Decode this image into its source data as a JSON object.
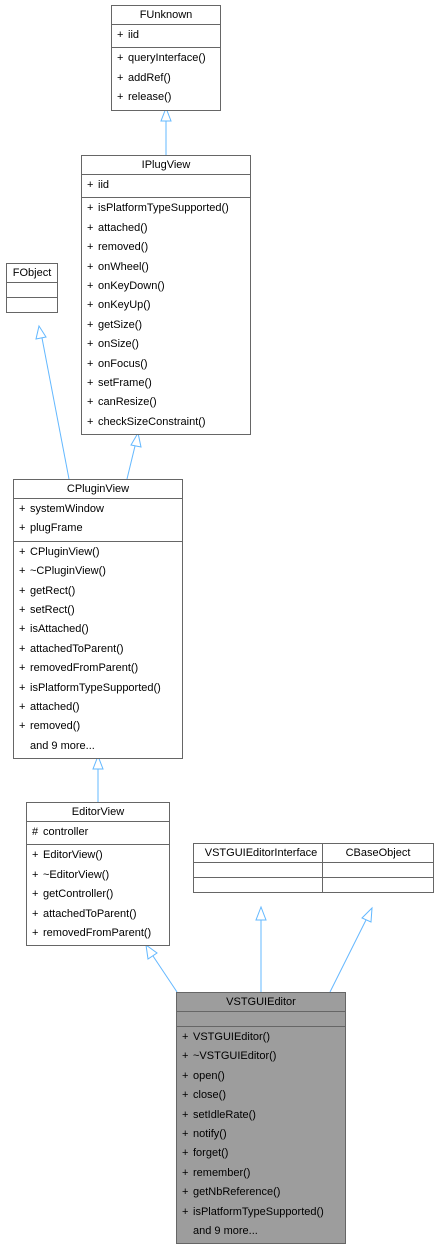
{
  "classes": {
    "funknown": {
      "title": "FUnknown",
      "attributes": [
        {
          "vis": "+",
          "name": "iid"
        }
      ],
      "methods": [
        {
          "vis": "+",
          "name": "queryInterface()"
        },
        {
          "vis": "+",
          "name": "addRef()"
        },
        {
          "vis": "+",
          "name": "release()"
        }
      ]
    },
    "iplugview": {
      "title": "IPlugView",
      "attributes": [
        {
          "vis": "+",
          "name": "iid"
        }
      ],
      "methods": [
        {
          "vis": "+",
          "name": "isPlatformTypeSupported()"
        },
        {
          "vis": "+",
          "name": "attached()"
        },
        {
          "vis": "+",
          "name": "removed()"
        },
        {
          "vis": "+",
          "name": "onWheel()"
        },
        {
          "vis": "+",
          "name": "onKeyDown()"
        },
        {
          "vis": "+",
          "name": "onKeyUp()"
        },
        {
          "vis": "+",
          "name": "getSize()"
        },
        {
          "vis": "+",
          "name": "onSize()"
        },
        {
          "vis": "+",
          "name": "onFocus()"
        },
        {
          "vis": "+",
          "name": "setFrame()"
        },
        {
          "vis": "+",
          "name": "canResize()"
        },
        {
          "vis": "+",
          "name": "checkSizeConstraint()"
        }
      ]
    },
    "fobject": {
      "title": "FObject",
      "attributes": [],
      "methods": []
    },
    "cpluginview": {
      "title": "CPluginView",
      "attributes": [
        {
          "vis": "+",
          "name": "systemWindow"
        },
        {
          "vis": "+",
          "name": "plugFrame"
        }
      ],
      "methods": [
        {
          "vis": "+",
          "name": "CPluginView()"
        },
        {
          "vis": "+",
          "name": "~CPluginView()"
        },
        {
          "vis": "+",
          "name": "getRect()"
        },
        {
          "vis": "+",
          "name": "setRect()"
        },
        {
          "vis": "+",
          "name": "isAttached()"
        },
        {
          "vis": "+",
          "name": "attachedToParent()"
        },
        {
          "vis": "+",
          "name": "removedFromParent()"
        },
        {
          "vis": "+",
          "name": "isPlatformTypeSupported()"
        },
        {
          "vis": "+",
          "name": "attached()"
        },
        {
          "vis": "+",
          "name": "removed()"
        },
        {
          "vis": "",
          "name": "and 9 more..."
        }
      ]
    },
    "editorview": {
      "title": "EditorView",
      "attributes": [
        {
          "vis": "#",
          "name": "controller"
        }
      ],
      "methods": [
        {
          "vis": "+",
          "name": "EditorView()"
        },
        {
          "vis": "+",
          "name": "~EditorView()"
        },
        {
          "vis": "+",
          "name": "getController()"
        },
        {
          "vis": "+",
          "name": "attachedToParent()"
        },
        {
          "vis": "+",
          "name": "removedFromParent()"
        }
      ]
    },
    "vstguieditorinterface": {
      "title": "VSTGUIEditorInterface",
      "attributes": [],
      "methods": []
    },
    "cbaseobject": {
      "title": "CBaseObject",
      "attributes": [],
      "methods": []
    },
    "vstguieditor": {
      "title": "VSTGUIEditor",
      "attributes": [],
      "methods": [
        {
          "vis": "+",
          "name": "VSTGUIEditor()"
        },
        {
          "vis": "+",
          "name": "~VSTGUIEditor()"
        },
        {
          "vis": "+",
          "name": "open()"
        },
        {
          "vis": "+",
          "name": "close()"
        },
        {
          "vis": "+",
          "name": "setIdleRate()"
        },
        {
          "vis": "+",
          "name": "notify()"
        },
        {
          "vis": "+",
          "name": "forget()"
        },
        {
          "vis": "+",
          "name": "remember()"
        },
        {
          "vis": "+",
          "name": "getNbReference()"
        },
        {
          "vis": "+",
          "name": "isPlatformTypeSupported()"
        },
        {
          "vis": "",
          "name": "and 9 more..."
        }
      ]
    }
  },
  "inheritance": [
    {
      "from": "iplugview",
      "to": "funknown"
    },
    {
      "from": "cpluginview",
      "to": "fobject"
    },
    {
      "from": "cpluginview",
      "to": "iplugview"
    },
    {
      "from": "editorview",
      "to": "cpluginview"
    },
    {
      "from": "vstguieditor",
      "to": "editorview"
    },
    {
      "from": "vstguieditor",
      "to": "vstguieditorinterface"
    },
    {
      "from": "vstguieditor",
      "to": "cbaseobject"
    }
  ],
  "colors": {
    "border": "#666666",
    "edge": "#63b8ff",
    "highlight_fill": "#9d9d9d",
    "background": "#ffffff"
  }
}
